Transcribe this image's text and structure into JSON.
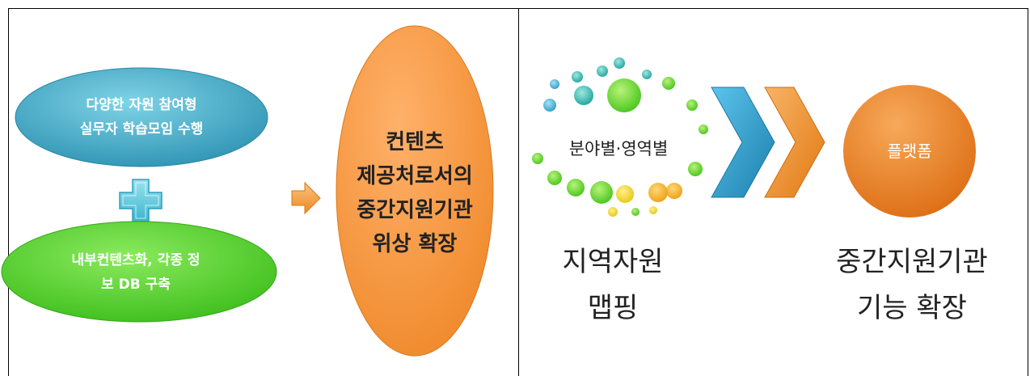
{
  "left_panel": {
    "oval_top": {
      "line1": "다양한 자원 참여형",
      "line2": "실무자 학습모임 수행",
      "color": "#3AA6C2"
    },
    "plus_color": "#55C5DA",
    "oval_bottom": {
      "line1": "내부컨텐츠화, 각종 정",
      "line2": "보 DB 구축",
      "color": "#55D62E"
    },
    "arrow_color": "#F39A3A",
    "big_oval": {
      "line1": "컨텐츠",
      "line2": "제공처로서의",
      "line3": "중간지원기관",
      "line4": "위상 확장",
      "color": "#F59A44"
    }
  },
  "right_panel": {
    "cluster_label": "분야별·영역별",
    "chevron_colors": [
      "#2E9CC8",
      "#EE8A23"
    ],
    "platform": {
      "label": "플랫폼",
      "color": "#EB8224"
    },
    "caption_left": {
      "line1": "지역자원",
      "line2": "맵핑"
    },
    "caption_right": {
      "line1": "중간지원기관",
      "line2": "기능 확장"
    }
  }
}
